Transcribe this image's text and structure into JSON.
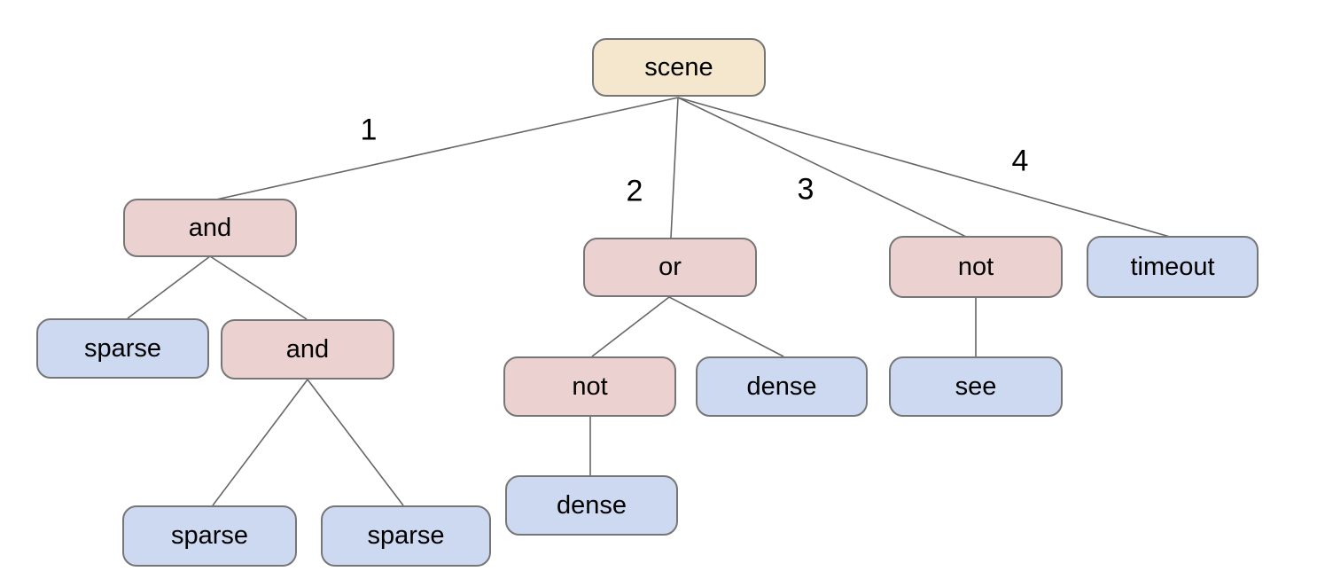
{
  "diagram": {
    "background_color": "#ffffff",
    "colors": {
      "root_fill": "#f5e7cd",
      "operator_fill": "#ebd1d0",
      "leaf_fill": "#cdd9f0",
      "node_border": "#767676",
      "edge_stroke": "#666666",
      "text": "#000000"
    },
    "tree": {
      "label": "scene",
      "type": "root",
      "children": [
        {
          "edge_label": "1",
          "label": "and",
          "type": "operator",
          "children": [
            {
              "label": "sparse",
              "type": "leaf"
            },
            {
              "label": "and",
              "type": "operator",
              "children": [
                {
                  "label": "sparse",
                  "type": "leaf"
                },
                {
                  "label": "sparse",
                  "type": "leaf"
                }
              ]
            }
          ]
        },
        {
          "edge_label": "2",
          "label": "or",
          "type": "operator",
          "children": [
            {
              "label": "not",
              "type": "operator",
              "children": [
                {
                  "label": "dense",
                  "type": "leaf"
                }
              ]
            },
            {
              "label": "dense",
              "type": "leaf"
            }
          ]
        },
        {
          "edge_label": "3",
          "label": "not",
          "type": "operator",
          "children": [
            {
              "label": "see",
              "type": "leaf"
            }
          ]
        },
        {
          "edge_label": "4",
          "label": "timeout",
          "type": "leaf"
        }
      ]
    }
  }
}
